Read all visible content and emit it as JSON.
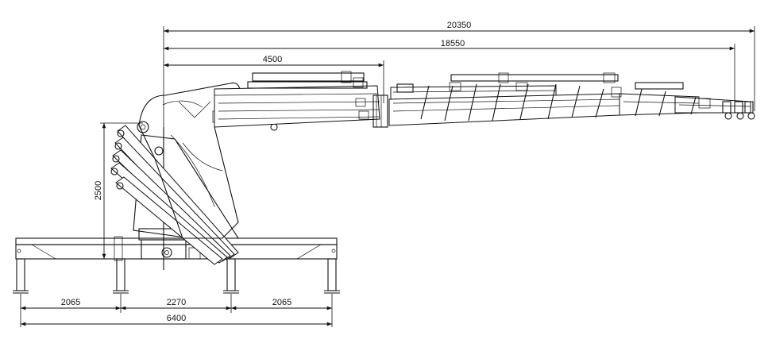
{
  "dimensions": {
    "total_reach": "20350",
    "hook_reach": "18550",
    "base_reach": "4500",
    "column_height": "2500",
    "left_outrigger": "2065",
    "center_span": "2270",
    "right_outrigger": "2065",
    "total_width": "6400"
  },
  "colors": {
    "line": "#111111",
    "background": "#ffffff"
  }
}
